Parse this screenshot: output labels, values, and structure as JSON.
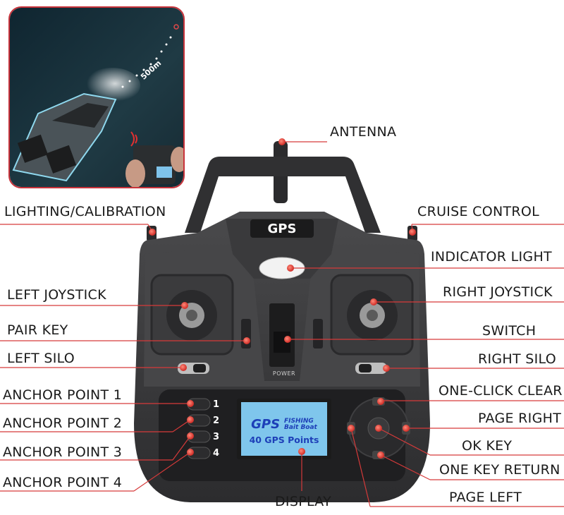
{
  "inset": {
    "distance_label": "500m"
  },
  "controller": {
    "gps_badge": "GPS",
    "power_label": "POWER",
    "display": {
      "brand_main": "GPS",
      "brand_fishing": "FISHING",
      "brand_boat": "Bait Boat",
      "points_text": "40 GPS Points"
    },
    "anchor_numbers": [
      "1",
      "2",
      "3",
      "4"
    ]
  },
  "labels": {
    "antenna": "ANTENNA",
    "lighting_calibration": "LIGHTING/CALIBRATION",
    "cruise_control": "CRUISE CONTROL",
    "indicator_light": "INDICATOR LIGHT",
    "left_joystick": "LEFT JOYSTICK",
    "right_joystick": "RIGHT JOYSTICK",
    "pair_key": "PAIR KEY",
    "switch": "SWITCH",
    "left_silo": "LEFT SILO",
    "right_silo": "RIGHT SILO",
    "anchor_point_1": "ANCHOR POINT 1",
    "anchor_point_2": "ANCHOR POINT 2",
    "anchor_point_3": "ANCHOR POINT 3",
    "anchor_point_4": "ANCHOR POINT 4",
    "one_click_clear": "ONE-CLICK CLEAR",
    "page_right": "PAGE RIGHT",
    "ok_key": "OK KEY",
    "one_key_return": "ONE KEY RETURN",
    "page_left": "PAGE LEFT",
    "display": "DISPLAY"
  },
  "colors": {
    "callout_red": "#d63a3a",
    "body_dark": "#3a3a3c",
    "display_blue": "#1d3fb8",
    "water": "#1d3540"
  }
}
